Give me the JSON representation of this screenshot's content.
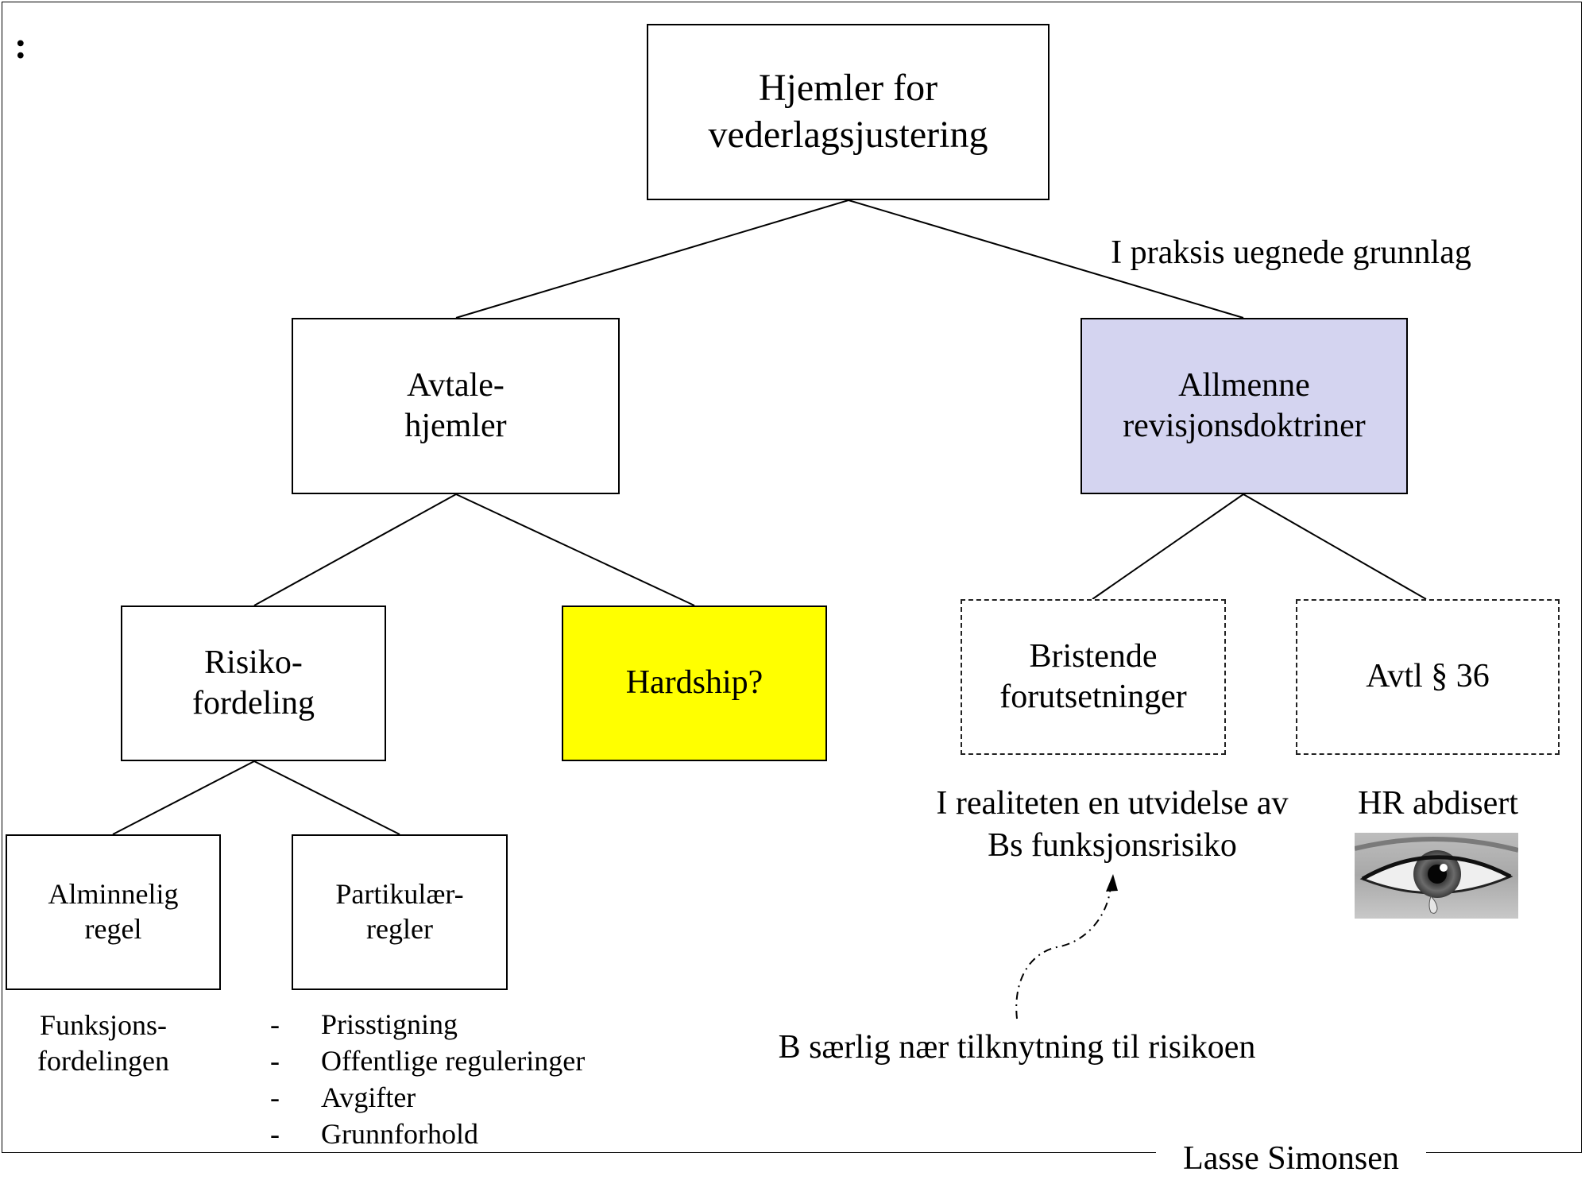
{
  "corner_mark": ":",
  "nodes": {
    "root": "Hjemler for\nvederlagsjustering",
    "avtale": "Avtale-\nhjemler",
    "allmenne": "Allmenne\nrevisjonsdoktriner",
    "risiko": "Risiko-\nfordeling",
    "hardship": "Hardship?",
    "bristende": "Bristende\nforutsetninger",
    "avtl36": "Avtl § 36",
    "alminnelig": "Alminnelig\nregel",
    "partikular": "Partikulær-\nregler"
  },
  "annotations": {
    "praksis": "I praksis uegnede grunnlag",
    "realiteten": "I realiteten en utvidelse av\nBs funksjonsrisiko",
    "hr": "HR abdisert",
    "b_saerlig": "B særlig nær tilknytning til risikoen",
    "funksjons": "Funksjons-\nfordelingen",
    "footer": "Lasse Simonsen"
  },
  "bullet_dash": "-",
  "partikular_list": [
    "Prisstigning",
    "Offentlige reguleringer",
    "Avgifter",
    "Grunnforhold"
  ],
  "colors": {
    "allmenne_fill": "#d4d4f0",
    "hardship_fill": "#ffff00",
    "line": "#000000"
  },
  "icons": {
    "image": "crying-eye-photo"
  }
}
